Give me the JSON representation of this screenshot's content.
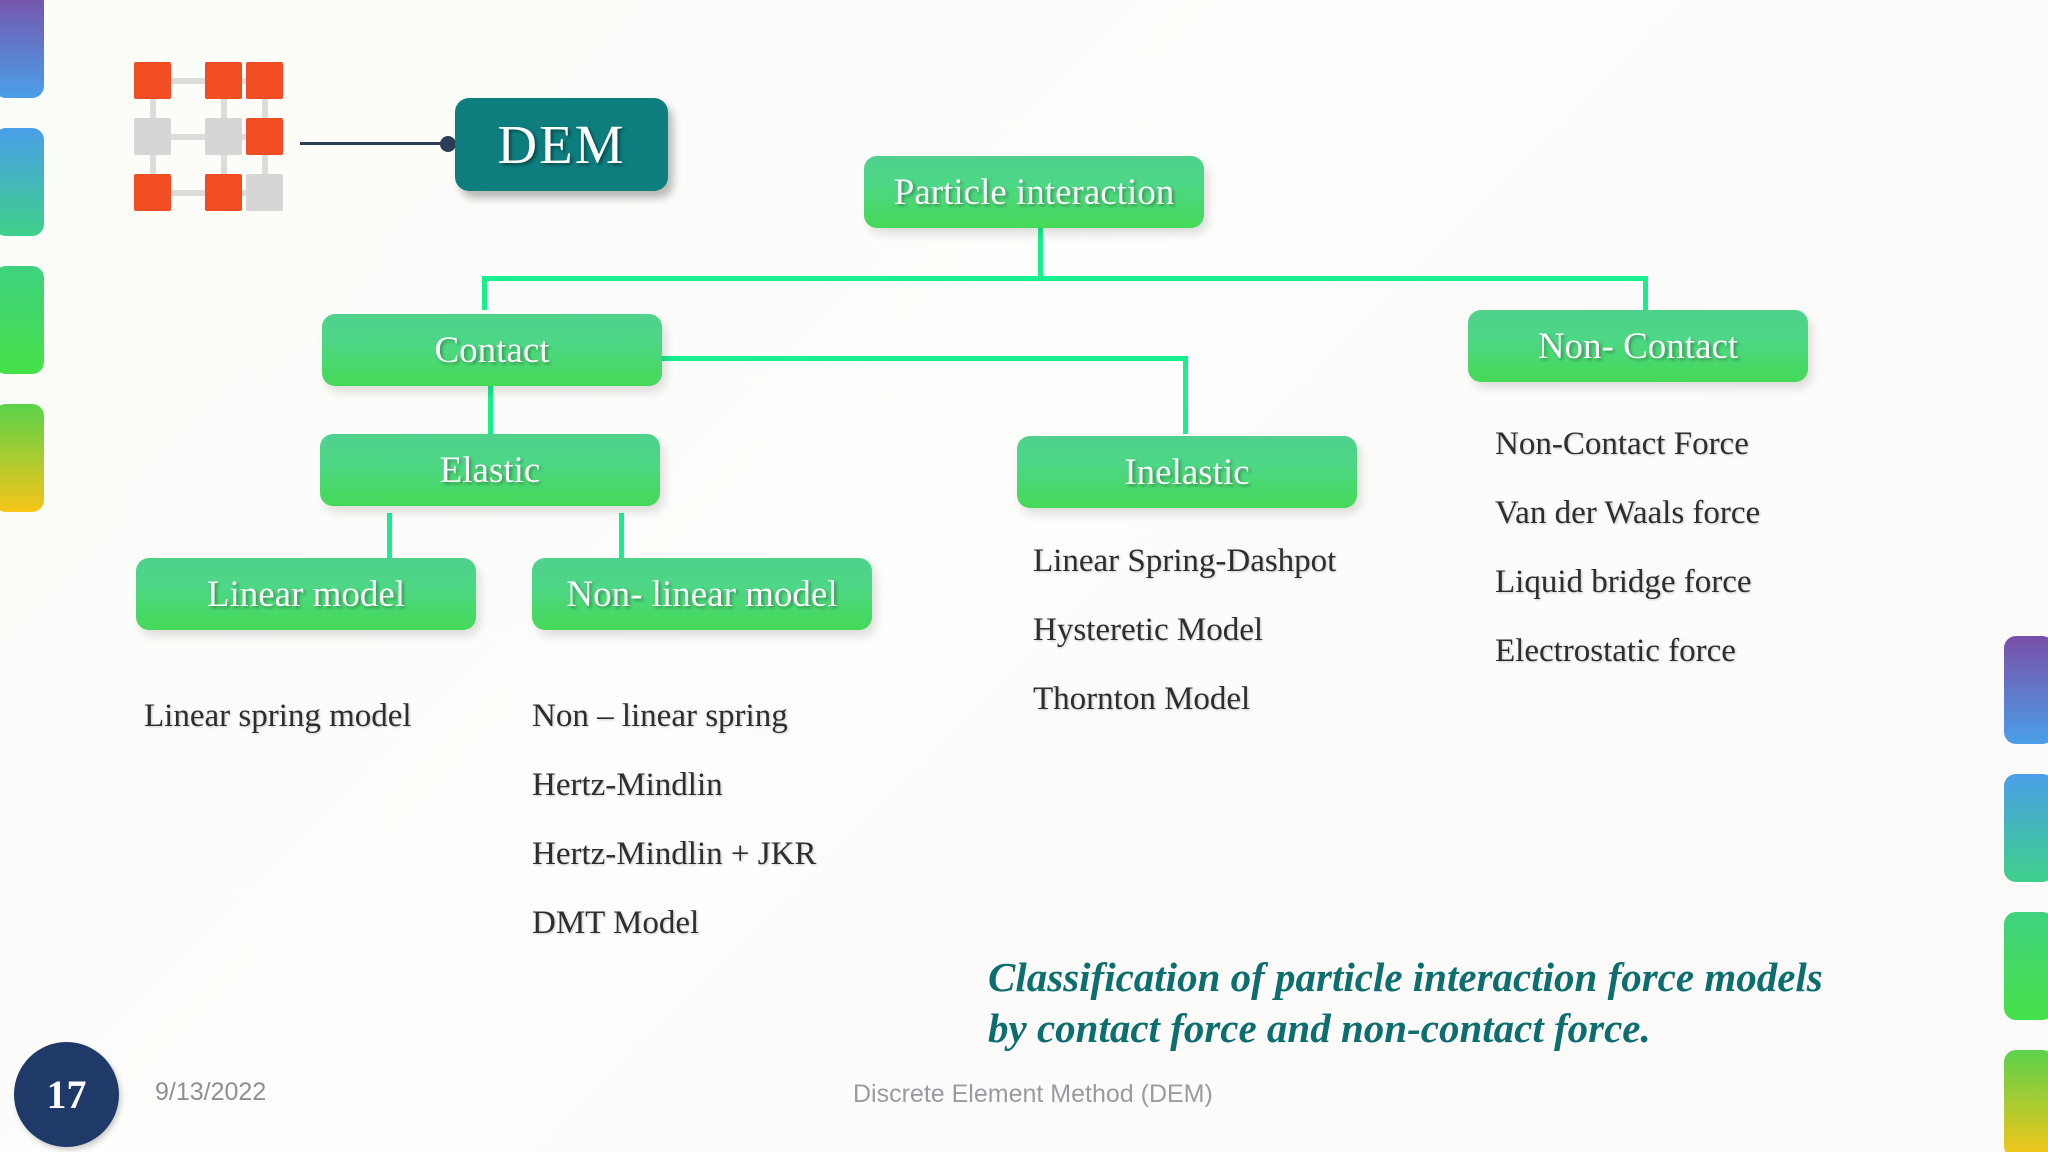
{
  "slide": {
    "number": "17",
    "date": "9/13/2022",
    "footer_title": "Discrete Element Method (DEM)"
  },
  "root": {
    "label": "DEM",
    "box_color": "#0d7d7d",
    "icon": "grid-3x3-icon",
    "connector_color": "#2c3e55"
  },
  "tree": {
    "node_gradient_from": "#4fd18c",
    "node_gradient_to": "#45d957",
    "connector_color": "#18ef8e",
    "particle_interaction": {
      "label": "Particle interaction"
    },
    "contact": {
      "label": "Contact"
    },
    "non_contact": {
      "label": "Non- Contact"
    },
    "elastic": {
      "label": "Elastic"
    },
    "inelastic": {
      "label": "Inelastic"
    },
    "linear_model": {
      "label": "Linear model"
    },
    "non_linear_model": {
      "label": "Non- linear model"
    }
  },
  "lists": {
    "linear_model_items": [
      "Linear spring model"
    ],
    "non_linear_model_items": [
      "Non – linear spring",
      "Hertz-Mindlin",
      "Hertz-Mindlin + JKR",
      "DMT Model"
    ],
    "inelastic_items": [
      "Linear Spring-Dashpot",
      "Hysteretic Model",
      "Thornton Model"
    ],
    "non_contact_items": [
      "Non-Contact Force",
      "Van der Waals force",
      "Liquid bridge force",
      "Electrostatic force"
    ]
  },
  "caption": {
    "line1": "Classification of particle interaction force models",
    "line2": "by contact force and non-contact force.",
    "color": "#0c6e6e"
  },
  "decor": {
    "strips": [
      {
        "from": "#7a4fa8",
        "to": "#4a9fe8"
      },
      {
        "from": "#4a9fe8",
        "to": "#3ed08a"
      },
      {
        "from": "#3fd27f",
        "to": "#45e148"
      },
      {
        "from": "#5ad24a",
        "to": "#f7c518"
      }
    ]
  }
}
